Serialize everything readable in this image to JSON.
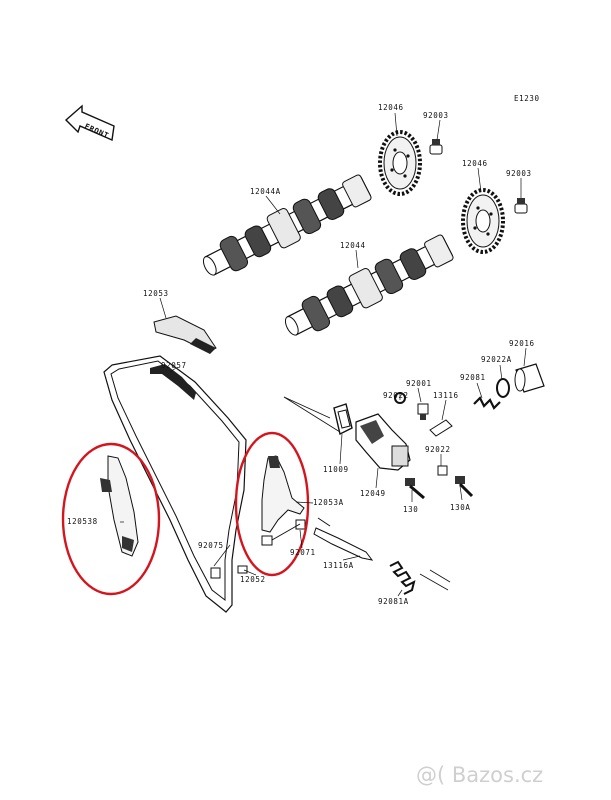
{
  "figure_id": "E1230",
  "front_label": "FRONT",
  "watermark": "@( Bazos.cz",
  "highlight_color": "#d4151d",
  "part_numbers": {
    "sprocket_a": "12046",
    "bolt_a": "92003",
    "sprocket_b": "12046",
    "bolt_b": "92003",
    "camshaft_a": "12044A",
    "camshaft_b": "12044",
    "guide_upper": "12053",
    "chain": "92057",
    "guide_left": "120538",
    "gasket": "11009",
    "tensioner_body": "12049",
    "guide_right": "12053A",
    "collar": "92071",
    "pin": "92075",
    "pin_lower": "12052",
    "plunger": "13116A",
    "spring_lower": "92081A",
    "cap": "92016",
    "oring_cap": "92022A",
    "spring_upper": "92081",
    "washer_a": "92001",
    "washer_b": "92022",
    "pusher": "13116",
    "washer_c": "92022",
    "bolt_130": "130",
    "bolt_130a": "130A"
  }
}
